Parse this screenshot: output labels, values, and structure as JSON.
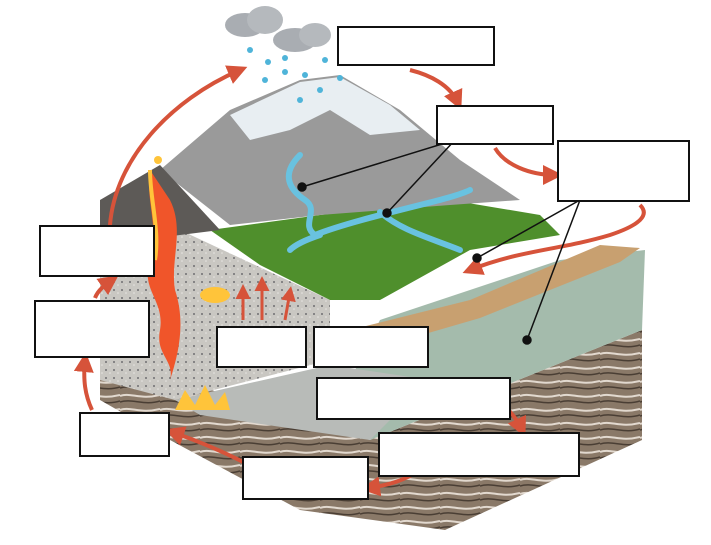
{
  "diagram": {
    "colors": {
      "arrow": "#d6533a",
      "mountain_rock": "#9a9a9a",
      "snow": "#e8eef2",
      "grass": "#4f8f2c",
      "river": "#69c2e0",
      "magma": "#f0552a",
      "magma_glow": "#ffc43a",
      "sediment": "#c8a070",
      "sea": "#9fb7a8",
      "metamorphic": "#8a7968",
      "granite": "#c9c7c2",
      "cloud": "#a9adb2",
      "rain": "#4fb4d9"
    },
    "icons": [
      "cloud-icon",
      "rain-drops-icon",
      "volcano-icon",
      "magma-icon"
    ],
    "labels": [
      {
        "id": "top",
        "text": ""
      },
      {
        "id": "stream",
        "text": ""
      },
      {
        "id": "sediment-sea",
        "text": ""
      },
      {
        "id": "left-upper",
        "text": ""
      },
      {
        "id": "left-lower",
        "text": ""
      },
      {
        "id": "center-left",
        "text": ""
      },
      {
        "id": "center-right",
        "text": ""
      },
      {
        "id": "middle-lower",
        "text": ""
      },
      {
        "id": "bottom-left",
        "text": ""
      },
      {
        "id": "bottom-center",
        "text": ""
      },
      {
        "id": "bottom-right",
        "text": ""
      }
    ]
  }
}
